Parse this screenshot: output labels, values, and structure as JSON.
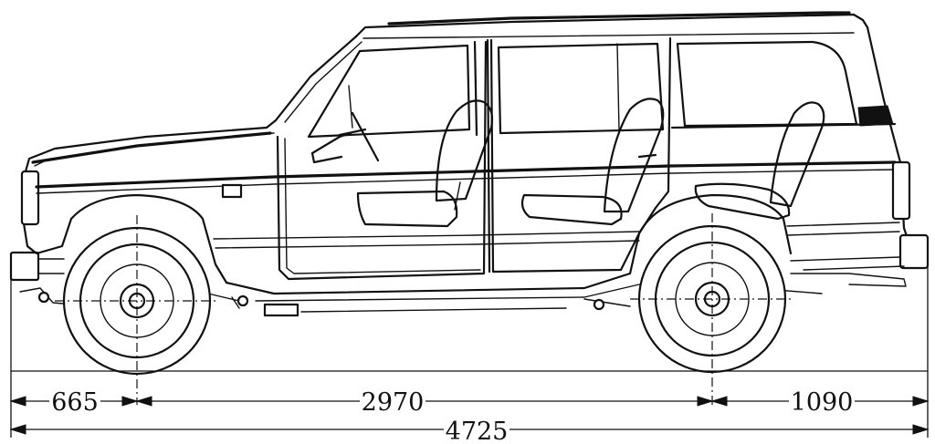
{
  "dimensions": {
    "front_overhang": "665",
    "wheelbase": "2970",
    "rear_overhang": "1090",
    "overall_length": "4725"
  },
  "colors": {
    "line": "#111111",
    "background": "#ffffff"
  }
}
